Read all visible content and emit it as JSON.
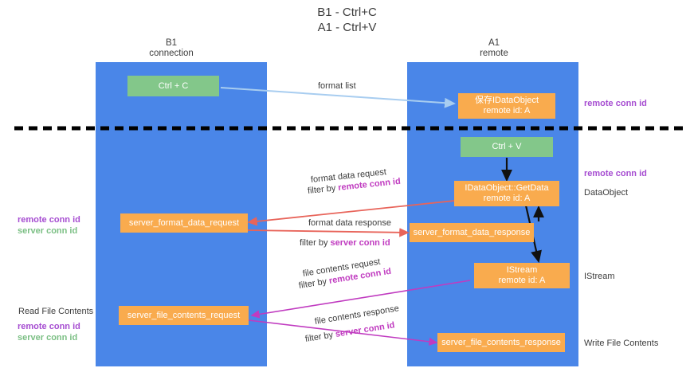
{
  "title": {
    "line1": "B1 - Ctrl+C",
    "line2": "A1 - Ctrl+V"
  },
  "columns": [
    {
      "name": "B1",
      "role": "connection"
    },
    {
      "name": "A1",
      "role": "remote"
    }
  ],
  "colors": {
    "lane": "#4a86e8",
    "green_node": "#83c78a",
    "orange_node": "#f9ab4e",
    "remote_conn_id": "#a64dd1",
    "server_conn_id_left": "#7bbf84",
    "server_conn_id_mid": "#c03bc0",
    "arrow_blue": "#a8cdf0",
    "arrow_red": "#e8645a",
    "arrow_magenta": "#c03bc0",
    "arrow_black": "#000000",
    "divider": "#000000"
  },
  "nodes": {
    "ctrl_c": "Ctrl + C",
    "ctrl_v": "Ctrl + V",
    "data_object": {
      "line1": "保存IDataObject",
      "line2": "remote id: A"
    },
    "get_data": {
      "line1": "IDataObject::GetData",
      "line2": "remote id: A"
    },
    "istream": {
      "line1": "IStream",
      "line2": "remote id: A"
    },
    "server_format_data_request": "server_format_data_request",
    "server_format_data_response": "server_format_data_response",
    "server_file_contents_request": "server_file_contents_request",
    "server_file_contents_response": "server_file_contents_response"
  },
  "edge_labels": {
    "format_list": "format list",
    "format_data_request": "format data request",
    "format_data_request_filter_prefix": "filter by ",
    "format_data_request_filter_key": "remote conn id",
    "format_data_response": "format data response",
    "format_data_response_filter_prefix": "filter by ",
    "format_data_response_filter_key": "server conn id",
    "file_contents_request": "file contents request",
    "file_contents_request_filter_prefix": "filter by ",
    "file_contents_request_filter_key": "remote conn id",
    "file_contents_response": "file contents response",
    "file_contents_response_filter_prefix": "filter by ",
    "file_contents_response_filter_key": "server conn id"
  },
  "annotations": {
    "right_remote_conn_id_top": "remote conn id",
    "right_remote_conn_id_mid": "remote conn id",
    "right_data_object": "DataObject",
    "right_istream": "IStream",
    "right_write_file_contents": "Write File Contents",
    "left_remote_conn_id": "remote conn id",
    "left_server_conn_id": "server conn id",
    "left_read_file_contents": "Read File Contents",
    "left_remote_conn_id2": "remote conn id",
    "left_server_conn_id2": "server conn id"
  }
}
